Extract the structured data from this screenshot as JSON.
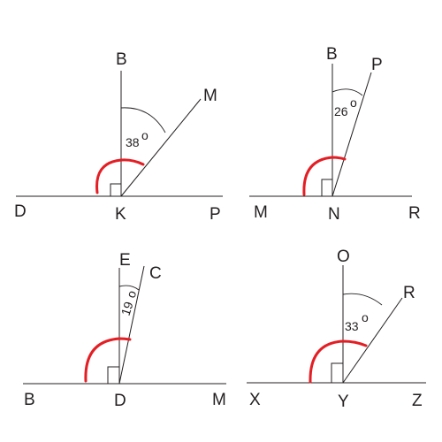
{
  "colors": {
    "line": "#231f20",
    "highlight": "#e31e24",
    "background": "#ffffff"
  },
  "figures": [
    {
      "id": "fig1",
      "vertex": "K",
      "labels": {
        "left": "D",
        "vertex": "K",
        "right": "P",
        "top": "B",
        "ray": "M"
      },
      "angle_value": "38",
      "angle_degrees": 38,
      "degree_symbol": "o",
      "right_angle": true
    },
    {
      "id": "fig2",
      "vertex": "N",
      "labels": {
        "left": "M",
        "vertex": "N",
        "right": "R",
        "top": "B",
        "ray": "P"
      },
      "angle_value": "26",
      "angle_degrees": 26,
      "degree_symbol": "o",
      "right_angle": true
    },
    {
      "id": "fig3",
      "vertex": "D",
      "labels": {
        "left": "B",
        "vertex": "D",
        "right": "M",
        "top": "E",
        "ray": "C"
      },
      "angle_value": "19",
      "angle_degrees": 19,
      "degree_symbol": "o",
      "right_angle": true
    },
    {
      "id": "fig4",
      "vertex": "Y",
      "labels": {
        "left": "X",
        "vertex": "Y",
        "right": "Z",
        "top": "O",
        "ray": "R"
      },
      "angle_value": "33",
      "angle_degrees": 33,
      "degree_symbol": "o",
      "right_angle": true
    }
  ]
}
